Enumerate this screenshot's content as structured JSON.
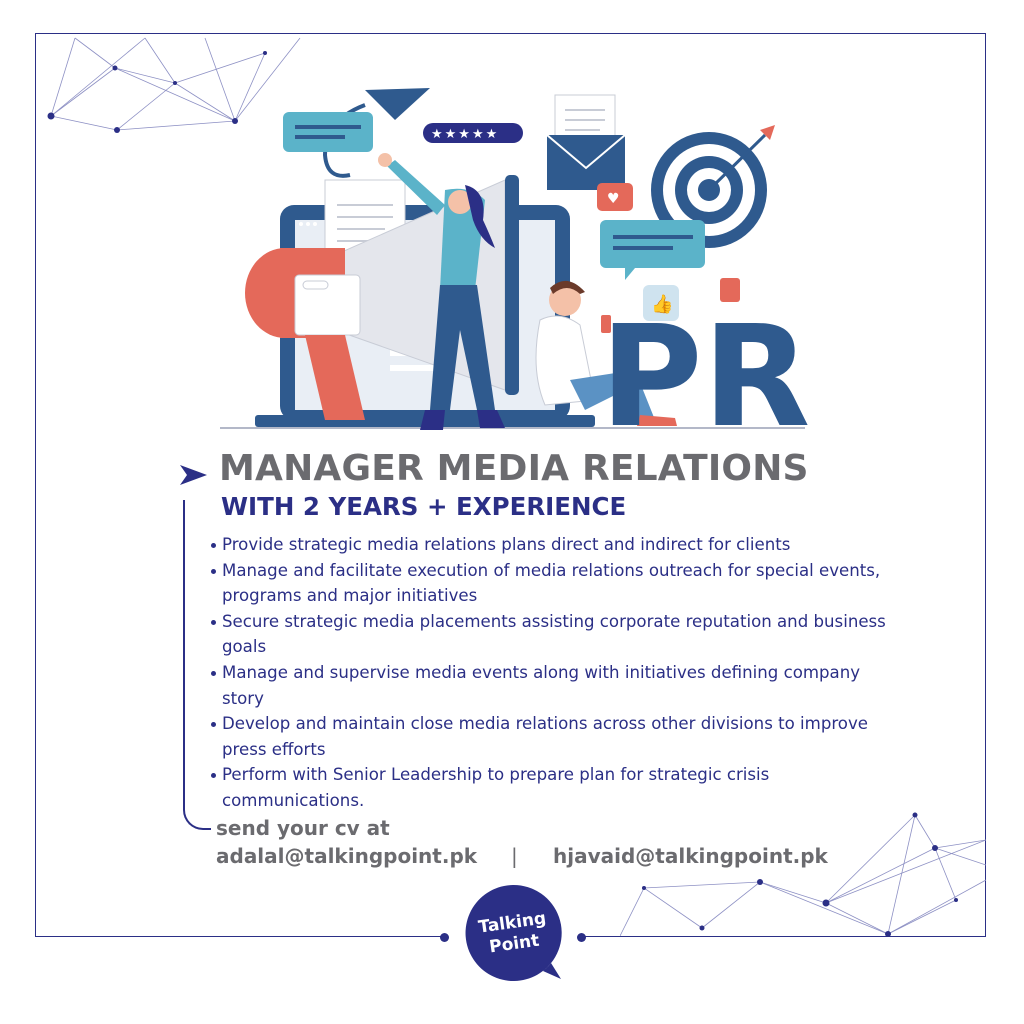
{
  "colors": {
    "navy": "#2b2f86",
    "gray": "#6b6b6f",
    "coral": "#e4695a",
    "steel": "#2f5a8e",
    "teal": "#5bb3c9"
  },
  "illustration": {
    "pr_text": "PR",
    "rating_stars": "★★★★★"
  },
  "heading": {
    "title": "MANAGER MEDIA RELATIONS",
    "subtitle": "WITH 2 YEARS + EXPERIENCE"
  },
  "bullets": [
    "Provide strategic media relations plans direct and indirect for clients",
    "Manage and facilitate execution of media relations outreach for special events, programs and major initiatives",
    "Secure strategic media placements assisting corporate reputation and business goals",
    "Manage and supervise media events along with initiatives defining company story",
    "Develop and maintain close media relations across other divisions to improve press efforts",
    "Perform with Senior Leadership to prepare plan for strategic crisis communications."
  ],
  "contact": {
    "label": "send your cv at",
    "email_1": "adalal@talkingpoint.pk",
    "separator": "|",
    "email_2": "hjavaid@talkingpoint.pk"
  },
  "logo": {
    "line_1": "Talking",
    "line_2": "Point"
  }
}
